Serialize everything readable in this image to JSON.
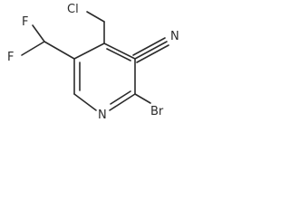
{
  "molecule": {
    "colors": {
      "ink": "#2b2b2b",
      "background": "#ffffff"
    },
    "atoms": {
      "chlorine": "Cl",
      "fluorine_top": "F",
      "fluorine_bottom": "F",
      "nitrogen_nitrile": "N",
      "nitrogen_ring": "N",
      "bromine": "Br"
    }
  }
}
